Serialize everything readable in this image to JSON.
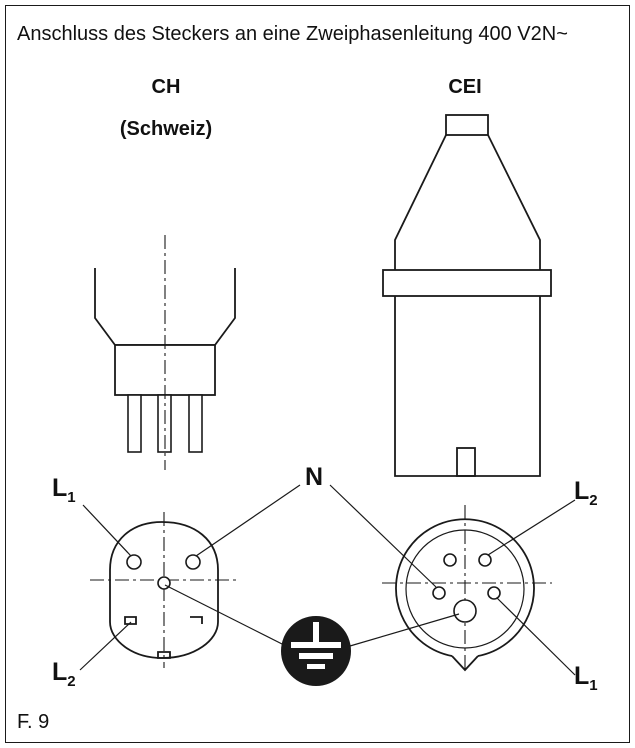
{
  "heading": "Anschluss des Steckers an eine Zweiphasenleitung 400 V2N~",
  "left_plug": {
    "title": "CH",
    "subtitle": "(Schweiz)"
  },
  "right_plug": {
    "title": "CEI"
  },
  "labels": {
    "l1": "L",
    "l1_sub": "1",
    "l2": "L",
    "l2_sub": "2",
    "neutral": "N",
    "ground_symbol": "earth-ground-icon"
  },
  "figure_label": "F. 9",
  "colors": {
    "ink": "#1a1a1a",
    "paper": "#ffffff"
  }
}
